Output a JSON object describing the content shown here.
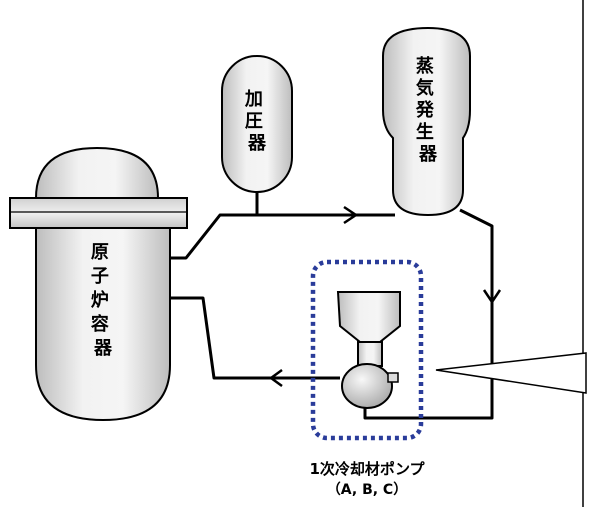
{
  "components": {
    "pressurizer": {
      "label": "加圧器"
    },
    "steam_generator": {
      "label": "蒸気発生器"
    },
    "reactor_vessel": {
      "label": "原子炉容器"
    },
    "pump": {
      "label": "1次冷却材ポンプ",
      "sublabel": "（A, B, C）"
    }
  },
  "colors": {
    "line": "#000000",
    "vessel_fill": "#e6e6e6",
    "highlight_box": "#2a3c9a",
    "background": "#ffffff"
  }
}
